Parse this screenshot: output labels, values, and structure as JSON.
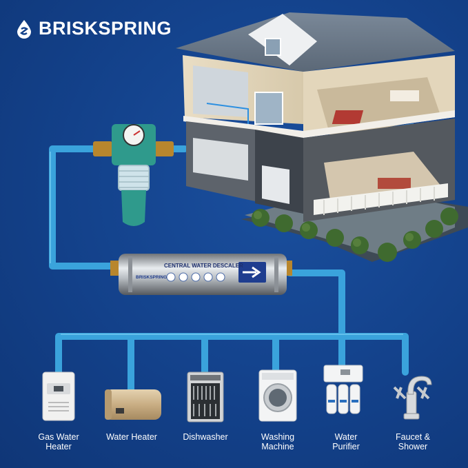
{
  "brand": {
    "name": "BRISKSPRING",
    "logo_icon": "brand-logo-icon",
    "color": "#ffffff"
  },
  "background_color": "#13418a",
  "pipe_color": "#3aa3dc",
  "descaler": {
    "title": "CENTRAL WATER DESCALER",
    "brand": "BRISKSPRING"
  },
  "appliances": [
    {
      "label": "Gas Water\nHeater",
      "icon": "gas-water-heater-icon"
    },
    {
      "label": "Water Heater",
      "icon": "water-heater-icon"
    },
    {
      "label": "Dishwasher",
      "icon": "dishwasher-icon"
    },
    {
      "label": "Washing\nMachine",
      "icon": "washing-machine-icon"
    },
    {
      "label": "Water\nPurifier",
      "icon": "water-purifier-icon"
    },
    {
      "label": "Faucet &\nShower",
      "icon": "faucet-icon"
    }
  ]
}
